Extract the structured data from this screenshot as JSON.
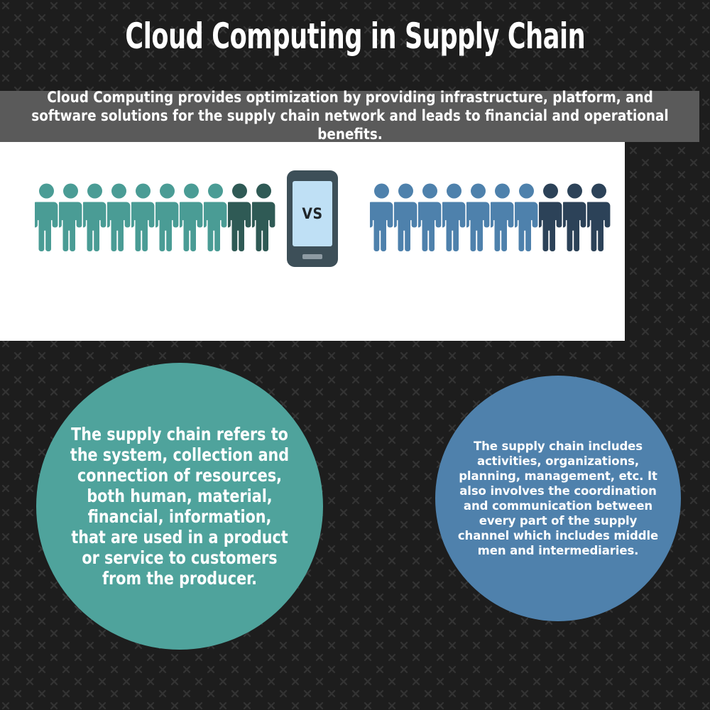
{
  "page": {
    "title": "Cloud Computing in Supply Chain",
    "background_color": "#1d1d1d",
    "pattern_mark": "x-mark"
  },
  "header": {
    "title": "Cloud Computing in Supply Chain"
  },
  "subtitle_band": {
    "background_color": "#5a5a5a",
    "text": "Cloud Computing provides optimization by providing infrastructure,  platform, and software solutions for the supply chain network and leads  to financial and operational benefits."
  },
  "comparison_panel": {
    "background_color": "#ffffff",
    "divider_label": "VS",
    "phone": {
      "body_color": "#3d4f58",
      "screen_color": "#bfe0f5",
      "label": "VS"
    },
    "left_group": {
      "name": "teal-people-group",
      "total": 10,
      "highlight_color": "#4a9c95",
      "muted_color": "#2f5a55",
      "figures": [
        "#4a9c95",
        "#4a9c95",
        "#4a9c95",
        "#4a9c95",
        "#4a9c95",
        "#4a9c95",
        "#4a9c95",
        "#4a9c95",
        "#2f5a55",
        "#2f5a55"
      ]
    },
    "right_group": {
      "name": "blue-people-group",
      "total": 10,
      "highlight_color": "#4e81ac",
      "muted_color": "#2c4258",
      "figures": [
        "#4e81ac",
        "#4e81ac",
        "#4e81ac",
        "#4e81ac",
        "#4e81ac",
        "#4e81ac",
        "#4e81ac",
        "#2c4258",
        "#2c4258",
        "#2c4258"
      ]
    }
  },
  "circles": [
    {
      "name": "supply-chain-definition",
      "color": "#4fa39c",
      "text": "The supply chain refers to the system, collection and connection of  resources, both human, material, financial, information, that are used  in a product or service to customers from the producer."
    },
    {
      "name": "supply-chain-scope",
      "color": "#4f81ac",
      "text": "The supply chain includes activities, organizations, planning, management, etc. It also involves the coordination and communication between every part of the supply channel which includes middle men and  intermediaries."
    }
  ]
}
